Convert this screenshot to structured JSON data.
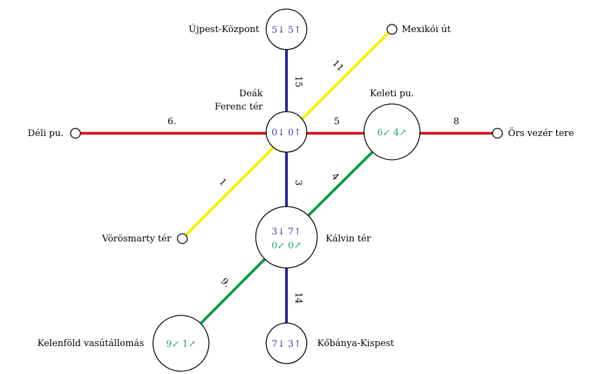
{
  "colors": {
    "red": "#e11b22",
    "yellow": "#f2f200",
    "blue": "#2b2d8c",
    "green": "#12994a",
    "blue_text": "#3b3b9e",
    "green_text": "#1ea05a"
  },
  "stations": {
    "ujpest": "Újpest-Központ",
    "mexikoi": "Mexikói út",
    "deak_line1": "Deák",
    "deak_line2": "Ferenc tér",
    "keleti": "Keleti pu.",
    "deli": "Déli pu.",
    "ors": "Örs vezér tere",
    "vorosmarty": "Vörösmarty tér",
    "kalvin": "Kálvin tér",
    "kelenfold": "Kelenföld vasútállomás",
    "kobanya": "Kőbánya-Kispest"
  },
  "segments": {
    "s15": "15",
    "s11": "11",
    "s6": "6.",
    "s5": "5",
    "s8": "8",
    "s1": "1",
    "s3": "3",
    "s4": "4",
    "s9": "9.",
    "s14": "14"
  },
  "counts": {
    "ujpest": "5↓ 5↑",
    "deak": "0↓ 0↑",
    "keleti": "6↙ 4↗",
    "kalvin_blue": "3↓ 7↑",
    "kalvin_green": "0↙ 0↗",
    "kelenfold": "9↙ 1↗",
    "kobanya": "7↓ 3↑"
  }
}
